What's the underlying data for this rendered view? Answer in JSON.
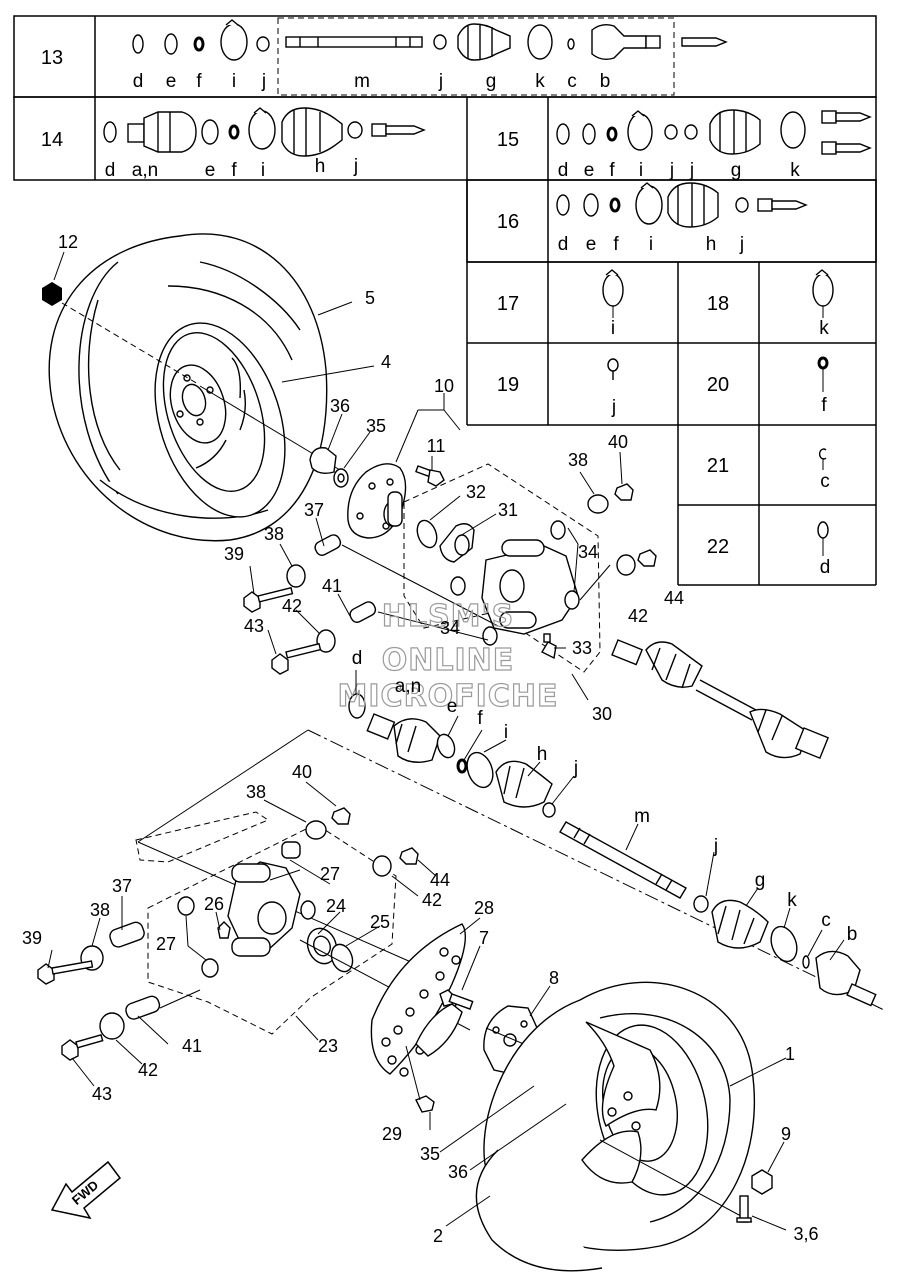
{
  "kits": [
    {
      "number": "13",
      "letters": [
        "d",
        "e",
        "f",
        "i",
        "j",
        "m",
        "j",
        "g",
        "k",
        "c",
        "b"
      ]
    },
    {
      "number": "14",
      "letters": [
        "d",
        "a,n",
        "e",
        "f",
        "i",
        "h",
        "j"
      ]
    },
    {
      "number": "15",
      "letters": [
        "d",
        "e",
        "f",
        "i",
        "j",
        "j",
        "g",
        "k"
      ]
    },
    {
      "number": "16",
      "letters": [
        "d",
        "e",
        "f",
        "i",
        "h",
        "j"
      ]
    },
    {
      "number": "17",
      "letters": [
        "i"
      ]
    },
    {
      "number": "18",
      "letters": [
        "k"
      ]
    },
    {
      "number": "19",
      "letters": [
        "j"
      ]
    },
    {
      "number": "20",
      "letters": [
        "f"
      ]
    },
    {
      "number": "21",
      "letters": [
        "c"
      ]
    },
    {
      "number": "22",
      "letters": [
        "d"
      ]
    }
  ],
  "callouts": {
    "upper": [
      "12",
      "5",
      "4",
      "10",
      "11",
      "36",
      "35",
      "32",
      "31",
      "38",
      "40",
      "34",
      "37",
      "38",
      "39",
      "42",
      "41",
      "43",
      "34",
      "33",
      "42",
      "44",
      "30",
      "d",
      "a,n",
      "e",
      "f",
      "i",
      "h",
      "j"
    ],
    "lower": [
      "m",
      "40",
      "38",
      "44",
      "42",
      "27",
      "37",
      "38",
      "26",
      "27",
      "39",
      "24",
      "25",
      "28",
      "7",
      "k",
      "j",
      "g",
      "c",
      "b",
      "8",
      "41",
      "42",
      "43",
      "23",
      "1",
      "29",
      "35",
      "36",
      "9",
      "3,6",
      "2"
    ]
  },
  "watermark": [
    "HLSM'S",
    "ONLINE",
    "MICROFICHE"
  ],
  "direction_label": "FWD"
}
